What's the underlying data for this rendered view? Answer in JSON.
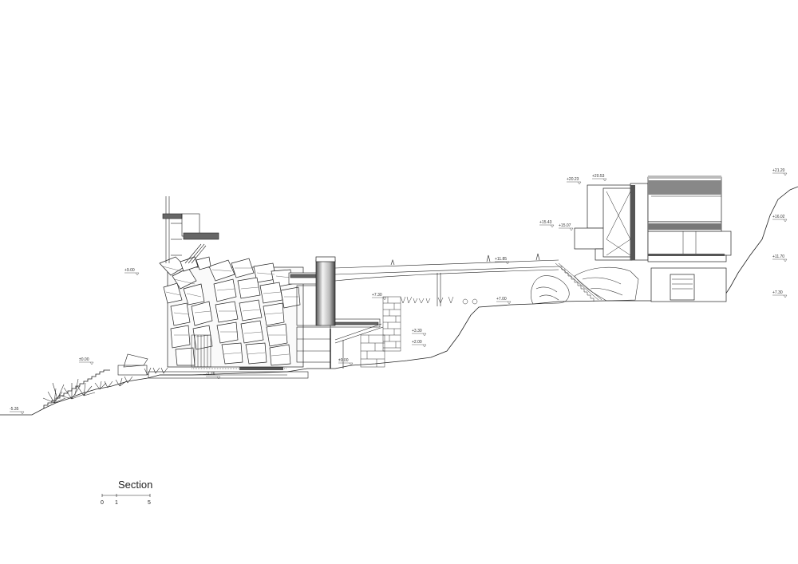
{
  "drawing": {
    "title": "Section",
    "scale_bar": {
      "labels": [
        "0",
        "1",
        "5"
      ]
    }
  },
  "levels": [
    {
      "id": "lv_m535",
      "text": "-5.35"
    },
    {
      "id": "lv_000a",
      "text": "±0.00"
    },
    {
      "id": "lv_m176",
      "text": "-1.76"
    },
    {
      "id": "lv_900",
      "text": "+9.00"
    },
    {
      "id": "lv_000b",
      "text": "±0.00"
    },
    {
      "id": "lv_730a",
      "text": "+7.30"
    },
    {
      "id": "lv_330",
      "text": "+3.30"
    },
    {
      "id": "lv_200",
      "text": "+2.00"
    },
    {
      "id": "lv_700",
      "text": "+7.00"
    },
    {
      "id": "lv_1185",
      "text": "+11.85"
    },
    {
      "id": "lv_1543",
      "text": "+15.43"
    },
    {
      "id": "lv_1507",
      "text": "+15.07"
    },
    {
      "id": "lv_2023",
      "text": "+20.23"
    },
    {
      "id": "lv_2053",
      "text": "+20.53"
    },
    {
      "id": "lv_2120",
      "text": "+21.20"
    },
    {
      "id": "lv_1602",
      "text": "+16.02"
    },
    {
      "id": "lv_1170",
      "text": "+11.70"
    },
    {
      "id": "lv_730b",
      "text": "+7.30"
    }
  ]
}
